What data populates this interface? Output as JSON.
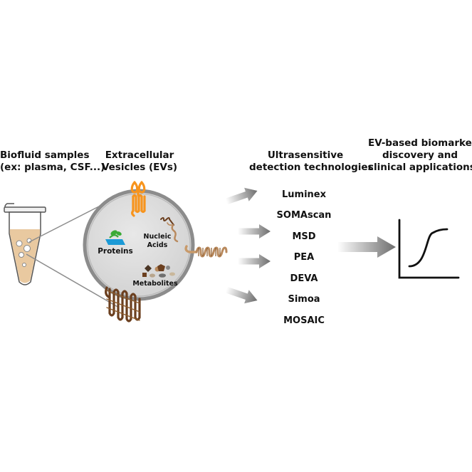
{
  "headers": {
    "biofluid": [
      "Biofluid samples",
      "(ex: plasma, CSF...)"
    ],
    "ev": [
      "Extracellular",
      "Vesicles (EVs)"
    ],
    "detection": [
      "Ultrasensitive",
      "detection technologies"
    ],
    "applications": [
      "EV-based biomarker",
      "discovery and",
      "clinical applications"
    ]
  },
  "vesicle_labels": {
    "proteins": "Proteins",
    "nucleic_acids": [
      "Nucleic",
      "Acids"
    ],
    "metabolites": "Metabolites"
  },
  "technologies": [
    "Luminex",
    "SOMAscan",
    "MSD",
    "PEA",
    "DEVA",
    "Simoa",
    "MOSAIC"
  ],
  "colors": {
    "vesicle_fill": "#d9d9d9",
    "vesicle_edge": "#8c8c8c",
    "receptor_orange": "#f7941d",
    "protein_blue": "#1c9ad6",
    "leaf_green": "#3aaa35",
    "brown_dark": "#6b3f1f",
    "brown_light": "#b98a5e",
    "sample_fluid": "#e9c9a0",
    "arrow_gray": "#6d6d6d"
  }
}
